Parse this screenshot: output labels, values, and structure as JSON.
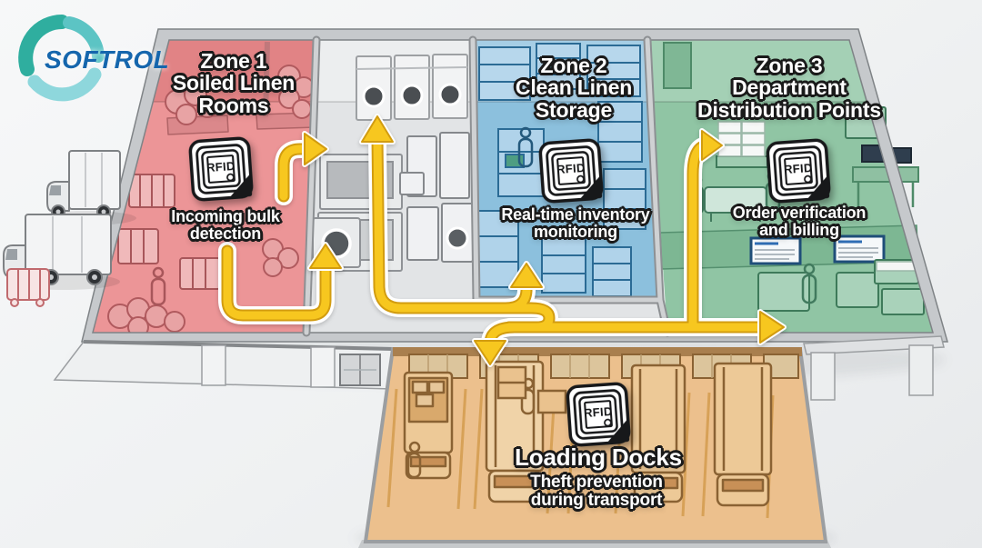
{
  "logo": {
    "text": "SOFTROL"
  },
  "zones": {
    "zone1": {
      "title": "Zone 1",
      "subtitle": "Soiled Linen Rooms",
      "caption": "Incoming bulk detection",
      "rfid_label": "RFID",
      "floor_color": "#ec9597",
      "wall_color": "#e18385"
    },
    "zone2": {
      "title": "Zone 2",
      "subtitle": "Clean Linen Storage",
      "caption": "Real-time inventory monitoring",
      "rfid_label": "RFID",
      "floor_color": "#8cc0dd",
      "wall_color": "#a6cee5"
    },
    "zone3": {
      "title": "Zone 3",
      "subtitle": "Department Distribution Points",
      "caption": "Order verification and billing",
      "rfid_label": "RFID",
      "floor_color": "#90c5a4",
      "wall_color": "#a4d0b5"
    },
    "loading_docks": {
      "title": "Loading Docks",
      "caption": "Theft prevention during transport",
      "rfid_label": "RFID",
      "floor_color": "#ecc08d"
    }
  },
  "palette": {
    "background": "#eff1f2",
    "building_walls": "#c6c9cc",
    "arrow_fill": "#f7c71f",
    "arrow_edge": "#d29c10",
    "arrow_outline": "#ffffff",
    "logo_blue": "#1566ad",
    "logo_teal": "#2fae9f"
  }
}
